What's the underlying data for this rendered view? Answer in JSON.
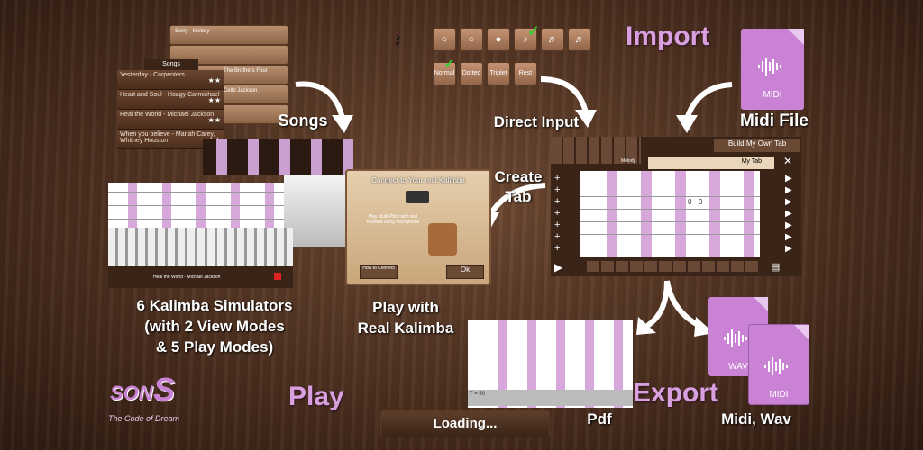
{
  "labels": {
    "import": "Import",
    "play": "Play",
    "export": "Export",
    "songs": "Songs",
    "direct_input": "Direct Input",
    "midi_file": "Midi File",
    "create_tab": "Create\nTab",
    "simulators": "6 Kalimba Simulators\n(with 2 View Modes\n& 5 Play Modes)",
    "play_real": "Play with\nReal Kalimba",
    "pdf": "Pdf",
    "midi_wav": "Midi, Wav",
    "loading": "Loading..."
  },
  "logo": {
    "letters": "SON",
    "tagline": "The Code of Dream"
  },
  "song_list": {
    "header": "Songs",
    "items": [
      "Yesterday - Carpenters",
      "Heart and Soul - Hoagy Carmichael",
      "Heal the World - Michael Jackson",
      "When you believe - Mariah Carey, Whitney Houston"
    ],
    "back_items": [
      "Sorry - History",
      "The Brothers Four",
      "Cello Jackson"
    ],
    "stars": "★★"
  },
  "input_buttons": {
    "row2": [
      "Normal",
      "Dotted",
      "Triplet",
      "Rest"
    ]
  },
  "files": {
    "import_midi": "MIDI",
    "export_wav": "WAV",
    "export_midi": "MIDI"
  },
  "connect_dialog": {
    "title": "Connect to Your real Kalimba",
    "body": "Play Multi-Pitch with real Kalimba using Microphone",
    "how_btn": "How to Connect",
    "ok_btn": "Ok"
  },
  "tab_editor": {
    "build_btn": "Build My Own Tab",
    "title_field": "My Tab",
    "melody": "Melody",
    "notes": [
      "0",
      "0"
    ]
  },
  "simulator": {
    "song_title": "Heal the World - Michael Jackson"
  },
  "pdf": {
    "tempo": "T = 50"
  }
}
